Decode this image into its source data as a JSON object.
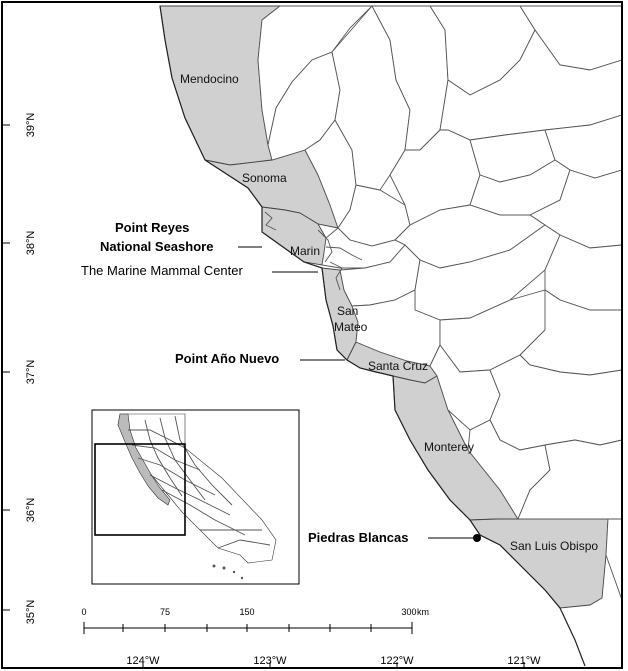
{
  "counties": [
    {
      "name": "Mendocino",
      "highlight": true
    },
    {
      "name": "Sonoma",
      "highlight": true
    },
    {
      "name": "Marin",
      "highlight": true
    },
    {
      "name": "San Mateo",
      "highlight": true
    },
    {
      "name": "Santa Cruz",
      "highlight": true
    },
    {
      "name": "Monterey",
      "highlight": true
    },
    {
      "name": "San Luis Obispo",
      "highlight": true
    }
  ],
  "county_labels": {
    "mendocino": "Mendocino",
    "sonoma": "Sonoma",
    "marin": "Marin",
    "san_mateo_1": "San",
    "san_mateo_2": "Mateo",
    "santa_cruz": "Santa Cruz",
    "monterey": "Monterey",
    "san_luis_obispo": "San Luis Obispo"
  },
  "sites": {
    "point_reyes_1": "Point Reyes",
    "point_reyes_2": "National Seashore",
    "marine_mammal_center": "The Marine Mammal Center",
    "point_ano_nuevo": "Point Año Nuevo",
    "piedras_blancas": "Piedras Blancas"
  },
  "latitude_labels": [
    "39°N",
    "38°N",
    "37°N",
    "36°N",
    "35°N"
  ],
  "longitude_labels": [
    "124°W",
    "123°W",
    "122°W",
    "121°W"
  ],
  "scale_bar": {
    "ticks": [
      "0",
      "75",
      "150",
      "300"
    ],
    "unit": "km"
  },
  "colors": {
    "highlight": "#d0d0d0",
    "background": "#ffffff",
    "border": "#555555"
  }
}
